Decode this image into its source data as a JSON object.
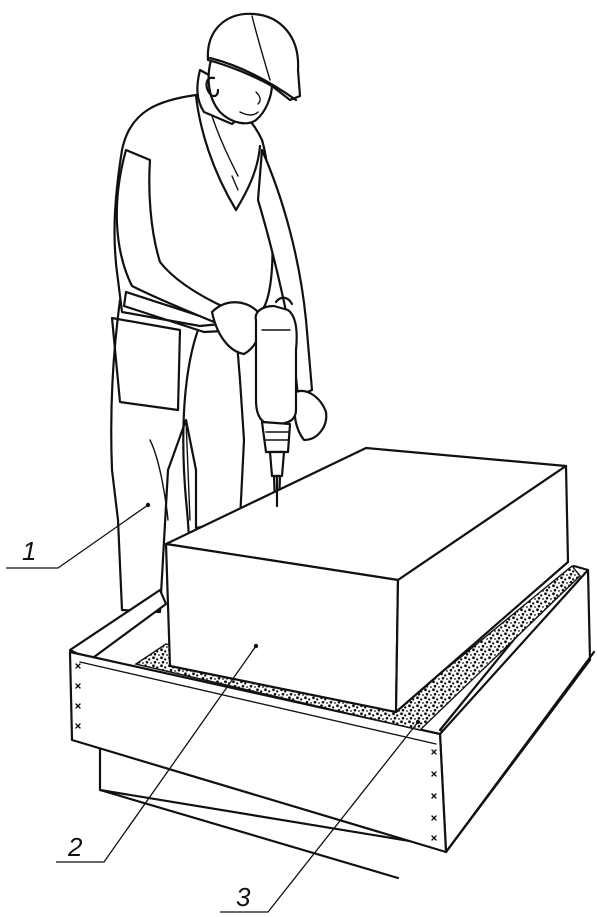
{
  "callouts": [
    {
      "id": "1",
      "label": "1"
    },
    {
      "id": "2",
      "label": "2"
    },
    {
      "id": "3",
      "label": "3"
    }
  ],
  "colors": {
    "ink": "#111111",
    "paper": "#ffffff"
  }
}
